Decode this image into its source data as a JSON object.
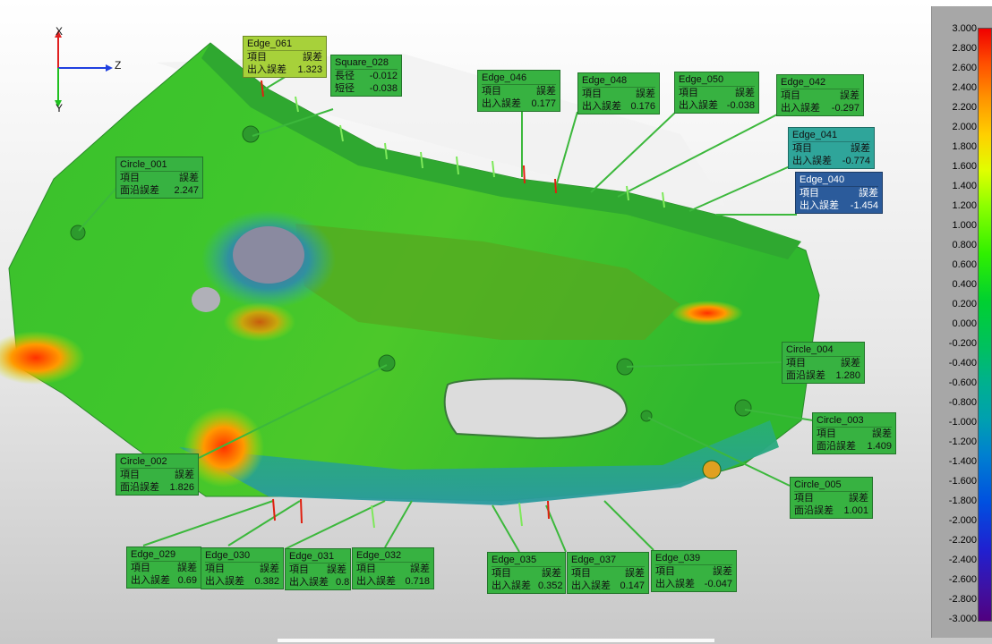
{
  "axes": {
    "x": "X",
    "y": "Y",
    "z": "Z"
  },
  "colors": {
    "label_green": "#37b241",
    "label_lime": "#a7d13a",
    "label_teal": "#2fa59a",
    "label_blue": "#2b5b9b"
  },
  "color_scale": {
    "labels": [
      "3.000",
      "2.800",
      "2.600",
      "2.400",
      "2.200",
      "2.000",
      "1.800",
      "1.600",
      "1.400",
      "1.200",
      "1.000",
      "0.800",
      "0.600",
      "0.400",
      "0.200",
      "0.000",
      "-0.200",
      "-0.400",
      "-0.600",
      "-0.800",
      "-1.000",
      "-1.200",
      "-1.400",
      "-1.600",
      "-1.800",
      "-2.000",
      "-2.200",
      "-2.400",
      "-2.600",
      "-2.800",
      "-3.000"
    ]
  },
  "annotations": [
    {
      "title": "Edge_061",
      "row_label": "項目",
      "row_head": "誤差",
      "val_label": "出入誤差",
      "value": "1.323",
      "color": "#a7d13a"
    },
    {
      "title": "Square_028",
      "row_label": "長径",
      "row_head": "-0.012",
      "val_label": "短径",
      "value": "-0.038",
      "color": "#37b241",
      "sq": true
    },
    {
      "title": "Edge_046",
      "row_label": "項目",
      "row_head": "誤差",
      "val_label": "出入誤差",
      "value": "0.177",
      "color": "#37b241"
    },
    {
      "title": "Edge_048",
      "row_label": "項目",
      "row_head": "誤差",
      "val_label": "出入誤差",
      "value": "0.176",
      "color": "#37b241"
    },
    {
      "title": "Edge_050",
      "row_label": "項目",
      "row_head": "誤差",
      "val_label": "出入誤差",
      "value": "-0.038",
      "color": "#37b241"
    },
    {
      "title": "Edge_042",
      "row_label": "項目",
      "row_head": "誤差",
      "val_label": "出入誤差",
      "value": "-0.297",
      "color": "#37b241"
    },
    {
      "title": "Edge_041",
      "row_label": "項目",
      "row_head": "誤差",
      "val_label": "出入誤差",
      "value": "-0.774",
      "color": "#2fa59a"
    },
    {
      "title": "Edge_040",
      "row_label": "項目",
      "row_head": "誤差",
      "val_label": "出入誤差",
      "value": "-1.454",
      "color": "#2b5b9b"
    },
    {
      "title": "Circle_001",
      "row_label": "項目",
      "row_head": "誤差",
      "val_label": "面沿誤差",
      "value": "2.247",
      "color": "#37b241"
    },
    {
      "title": "Circle_004",
      "row_label": "項目",
      "row_head": "誤差",
      "val_label": "面沿誤差",
      "value": "1.280",
      "color": "#37b241"
    },
    {
      "title": "Circle_003",
      "row_label": "項目",
      "row_head": "誤差",
      "val_label": "面沿誤差",
      "value": "1.409",
      "color": "#37b241"
    },
    {
      "title": "Circle_002",
      "row_label": "項目",
      "row_head": "誤差",
      "val_label": "面沿誤差",
      "value": "1.826",
      "color": "#37b241"
    },
    {
      "title": "Circle_005",
      "row_label": "項目",
      "row_head": "誤差",
      "val_label": "面沿誤差",
      "value": "1.001",
      "color": "#37b241"
    },
    {
      "title": "Edge_029",
      "row_label": "項目",
      "row_head": "誤差",
      "val_label": "出入誤差",
      "value": "0.69",
      "color": "#37b241"
    },
    {
      "title": "Edge_030",
      "row_label": "項目",
      "row_head": "誤差",
      "val_label": "出入誤差",
      "value": "0.382",
      "color": "#37b241"
    },
    {
      "title": "Edge_031",
      "row_label": "項目",
      "row_head": "誤差",
      "val_label": "出入誤差",
      "value": "0.8",
      "color": "#37b241"
    },
    {
      "title": "Edge_032",
      "row_label": "項目",
      "row_head": "誤差",
      "val_label": "出入誤差",
      "value": "0.718",
      "color": "#37b241"
    },
    {
      "title": "Edge_035",
      "row_label": "項目",
      "row_head": "誤差",
      "val_label": "出入誤差",
      "value": "0.352",
      "color": "#37b241"
    },
    {
      "title": "Edge_037",
      "row_label": "項目",
      "row_head": "誤差",
      "val_label": "出入誤差",
      "value": "0.147",
      "color": "#37b241"
    },
    {
      "title": "Edge_039",
      "row_label": "項目",
      "row_head": "誤差",
      "val_label": "出入誤差",
      "value": "-0.047",
      "color": "#37b241"
    }
  ]
}
